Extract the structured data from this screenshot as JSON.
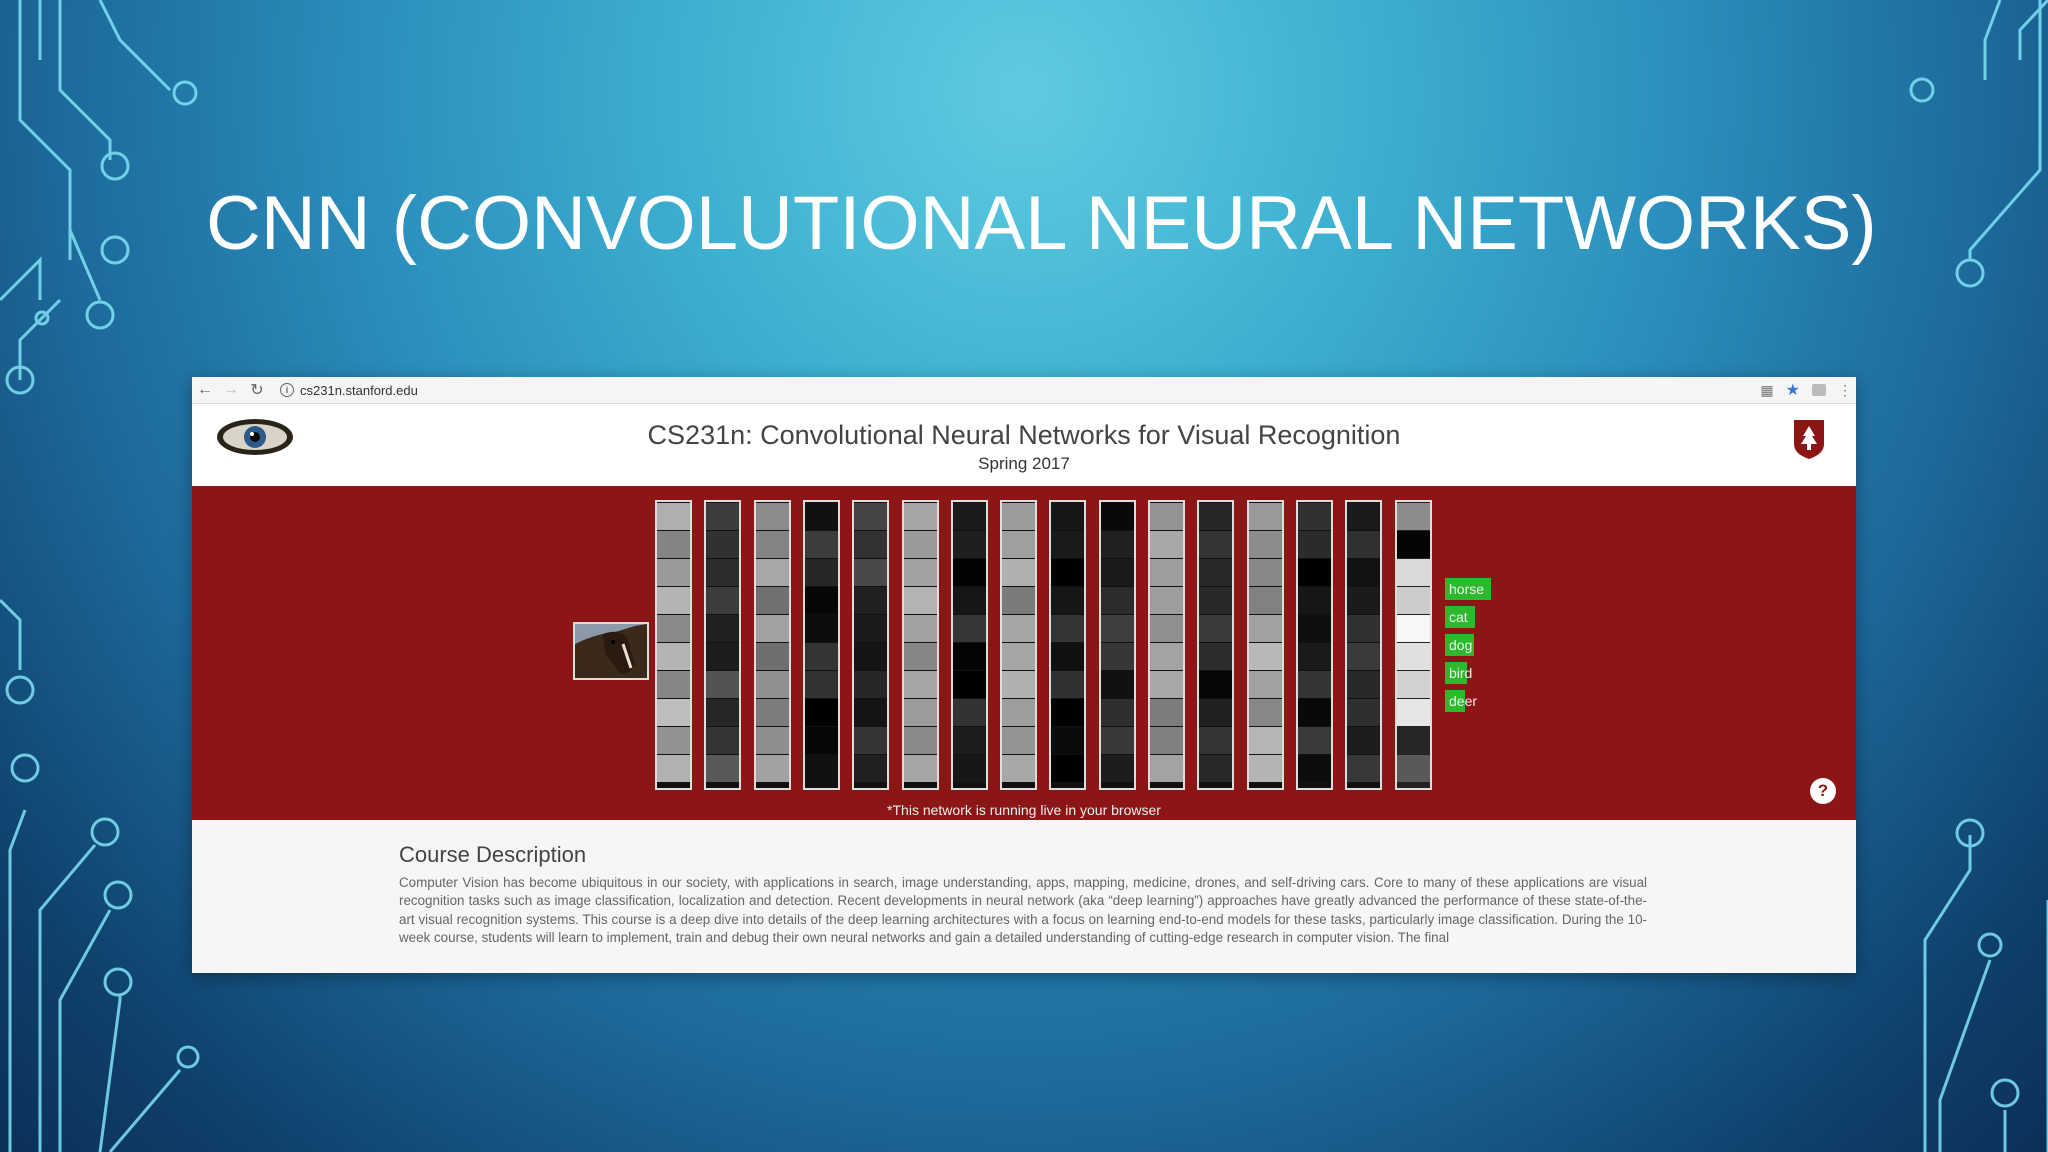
{
  "slide": {
    "title": "CNN (CONVOLUTIONAL NEURAL NETWORKS)"
  },
  "browser": {
    "url": "cs231n.stanford.edu",
    "back_icon": "arrow-left-icon",
    "forward_icon": "arrow-right-icon",
    "reload_icon": "reload-icon"
  },
  "site": {
    "title": "CS231n: Convolutional Neural Networks for Visual Recognition",
    "subtitle": "Spring 2017"
  },
  "demo": {
    "columns": [
      {
        "level": 0.62
      },
      {
        "level": 0.22
      },
      {
        "level": 0.55
      },
      {
        "level": 0.12
      },
      {
        "level": 0.18
      },
      {
        "level": 0.58
      },
      {
        "level": 0.1
      },
      {
        "level": 0.6
      },
      {
        "level": 0.08
      },
      {
        "level": 0.15
      },
      {
        "level": 0.55
      },
      {
        "level": 0.12
      },
      {
        "level": 0.62
      },
      {
        "level": 0.1
      },
      {
        "level": 0.14
      }
    ],
    "probability_cells": [
      0.55,
      0.02,
      0.85,
      0.8,
      0.97,
      0.88,
      0.82,
      0.9,
      0.15,
      0.35
    ],
    "labels": [
      {
        "text": "horse",
        "score": 0.95
      },
      {
        "text": "cat",
        "score": 0.62
      },
      {
        "text": "dog",
        "score": 0.6
      },
      {
        "text": "bird",
        "score": 0.45
      },
      {
        "text": "deer",
        "score": 0.42
      }
    ],
    "note": "*This network is running live in your browser",
    "help": "?"
  },
  "course": {
    "heading": "Course Description",
    "text": "Computer Vision has become ubiquitous in our society, with applications in search, image understanding, apps, mapping, medicine, drones, and self-driving cars. Core to many of these applications are visual recognition tasks such as image classification, localization and detection. Recent developments in neural network (aka “deep learning”) approaches have greatly advanced the performance of these state-of-the-art visual recognition systems. This course is a deep dive into details of the deep learning architectures with a focus on learning end-to-end models for these tasks, particularly image classification. During the 10-week course, students will learn to implement, train and debug their own neural networks and gain a detailed understanding of cutting-edge research in computer vision. The final"
  },
  "colors": {
    "stanford_red": "#8c1515",
    "label_green": "#2eb82e",
    "circuit": "#7fe3f5"
  }
}
